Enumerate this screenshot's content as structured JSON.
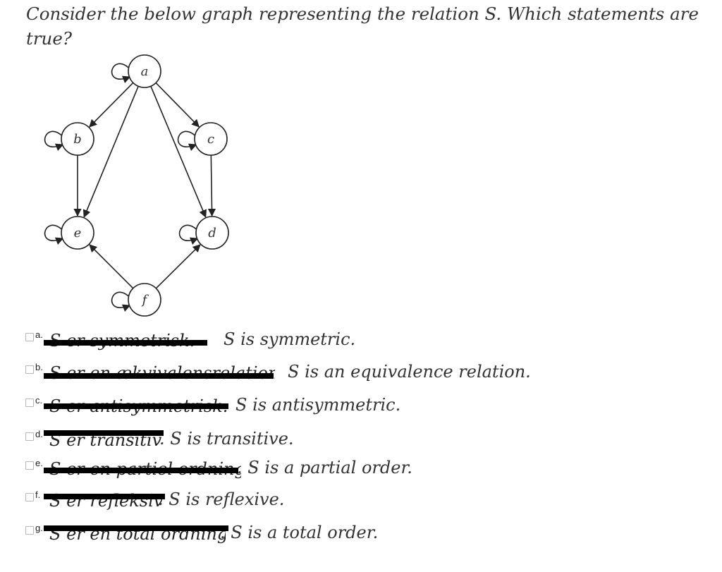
{
  "question": "Consider the below graph representing the relation S. Which statements are true?",
  "graph": {
    "nodes": [
      "a",
      "b",
      "c",
      "d",
      "e",
      "f"
    ],
    "edges": [
      [
        "a",
        "a"
      ],
      [
        "b",
        "b"
      ],
      [
        "c",
        "c"
      ],
      [
        "d",
        "d"
      ],
      [
        "e",
        "e"
      ],
      [
        "f",
        "f"
      ],
      [
        "a",
        "b"
      ],
      [
        "a",
        "c"
      ],
      [
        "a",
        "e"
      ],
      [
        "a",
        "d"
      ],
      [
        "b",
        "e"
      ],
      [
        "c",
        "d"
      ],
      [
        "f",
        "e"
      ],
      [
        "f",
        "d"
      ]
    ]
  },
  "options": [
    {
      "letter": "a.",
      "struck": "S er symmetrisk.",
      "text": "S is symmetric."
    },
    {
      "letter": "b.",
      "struck": "S er en ækvivalensrelation.",
      "text": "S is an equivalence relation."
    },
    {
      "letter": "c.",
      "struck": "S er antisymmetrisk.",
      "text": "S is antisymmetric."
    },
    {
      "letter": "d.",
      "struck": "S er transitiv",
      "text": ". S is transitive."
    },
    {
      "letter": "e.",
      "struck": "S er en partiel ordning",
      "text": ". S is a partial order."
    },
    {
      "letter": "f.",
      "struck": "S er refleksiv",
      "text": ". S is reflexive."
    },
    {
      "letter": "g.",
      "struck": "S er en total ordning",
      "text": ". S is a total order."
    }
  ]
}
